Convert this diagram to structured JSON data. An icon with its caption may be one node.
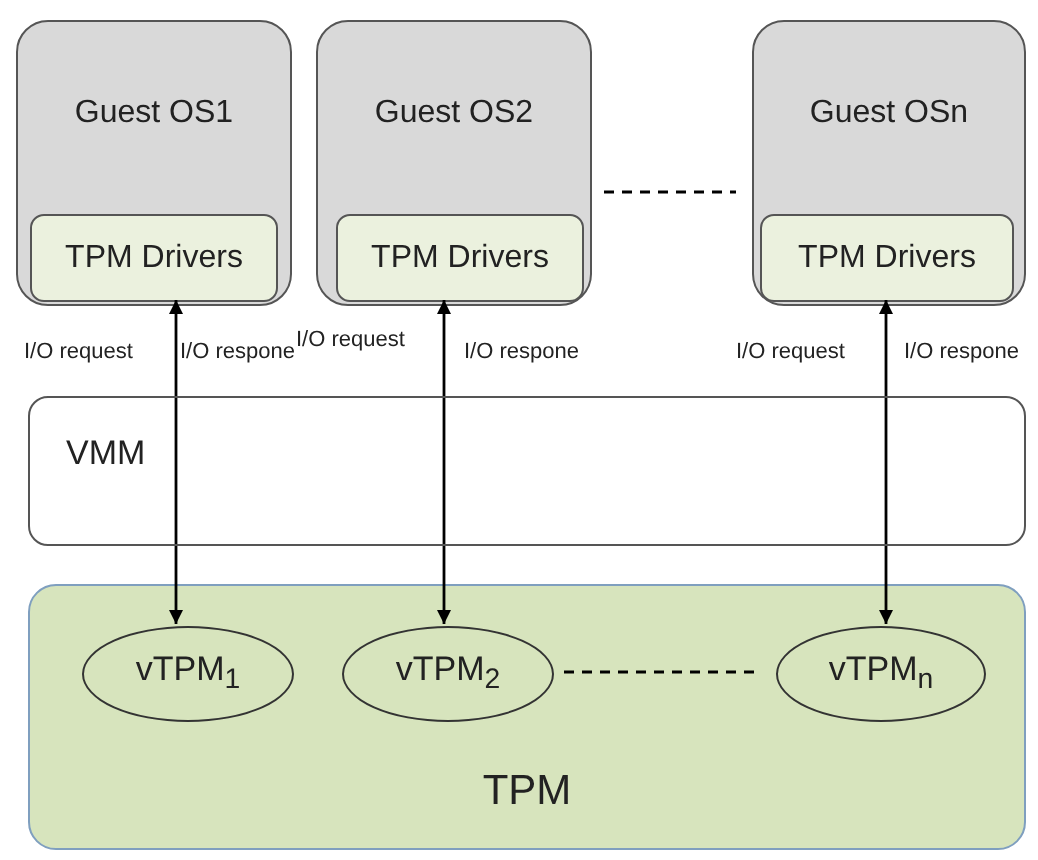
{
  "diagram": {
    "nodes": [
      {
        "text": [
          "Guest OS1"
        ]
      },
      {
        "text": [
          "TPM Drivers"
        ],
        "in": 0
      },
      {
        "text": [
          "Guest OS2"
        ]
      },
      {
        "text": [
          "TPM Drivers"
        ],
        "in": 2
      },
      {
        "text": [
          "Guest OSn"
        ]
      },
      {
        "text": [
          "TPM Drivers"
        ],
        "in": 4
      },
      {
        "text": [
          "VMM"
        ]
      },
      {
        "text": [
          "TPM"
        ]
      },
      {
        "text": [
          "vTPM$_{1}$"
        ],
        "in": 7
      },
      {
        "text": [
          "vTPM$_{2}$"
        ],
        "in": 7
      },
      {
        "text": [
          "vTPM$_{n}$"
        ],
        "in": 7
      }
    ],
    "edges": [
      {
        "from": 6,
        "to": 1,
        "arrow": "to"
      },
      {
        "from": 6,
        "to": 8,
        "arrow": "to"
      },
      {
        "from": 6,
        "to": 3,
        "arrow": "to"
      },
      {
        "from": 6,
        "to": 9,
        "arrow": "to"
      },
      {
        "from": 6,
        "to": 5,
        "arrow": "to"
      },
      {
        "from": 6,
        "to": 10,
        "arrow": "to"
      },
      {
        "from": 2,
        "to": 4,
        "arrow": "none",
        "style": "dashed"
      },
      {
        "from": 9,
        "to": 10,
        "arrow": "none",
        "style": "dashed"
      }
    ],
    "labels": [
      "I/O request",
      "I/O respone",
      "I/O request",
      "I/O respone",
      "I/O request",
      "I/O respone"
    ]
  }
}
